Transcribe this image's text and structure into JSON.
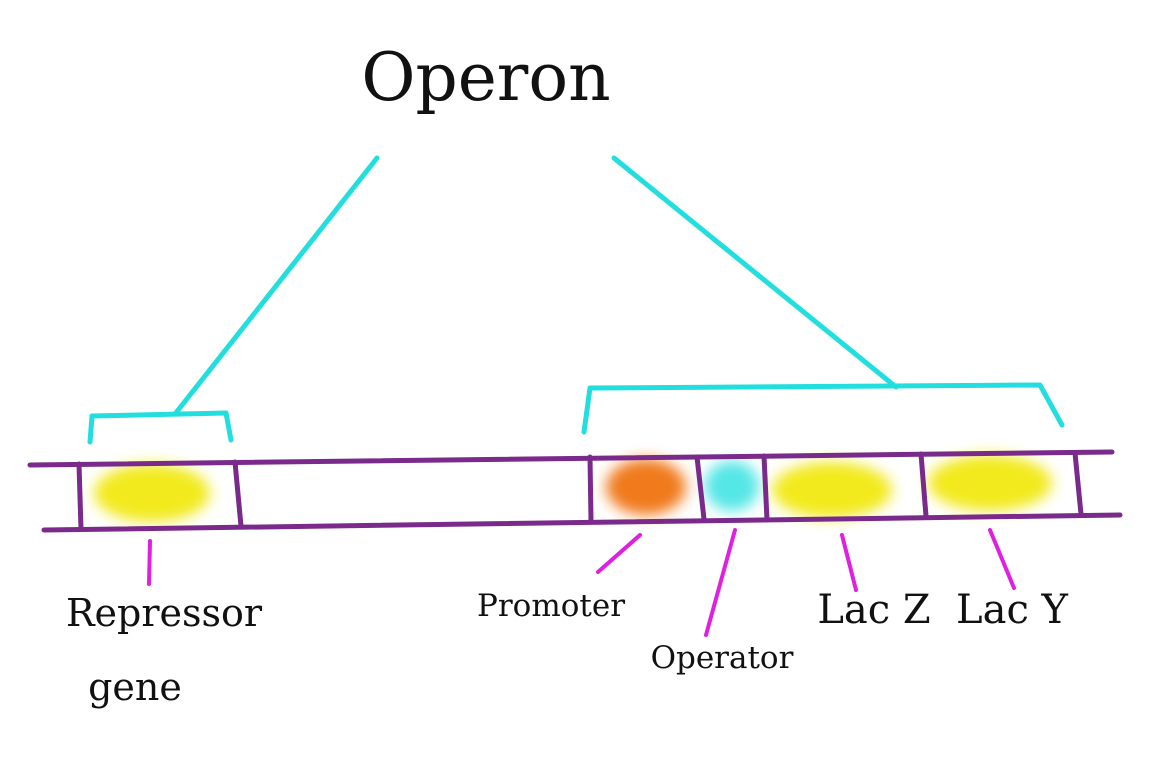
{
  "title": "Operon",
  "labels": {
    "repressor_line1": "Repressor",
    "repressor_line2": "gene",
    "promoter": "Promoter",
    "operator": "Operator",
    "lac_z": "Lac Z",
    "lac_y": "Lac Y"
  },
  "colors": {
    "dna_strand": "#7a2a8a",
    "bracket": "#22dede",
    "pointer": "#e020e0",
    "repressor_gene": "#f2ea1e",
    "promoter": "#f07a1e",
    "operator": "#54e6e6",
    "lac_z": "#f2ea1e",
    "lac_y": "#f2ea1e"
  }
}
